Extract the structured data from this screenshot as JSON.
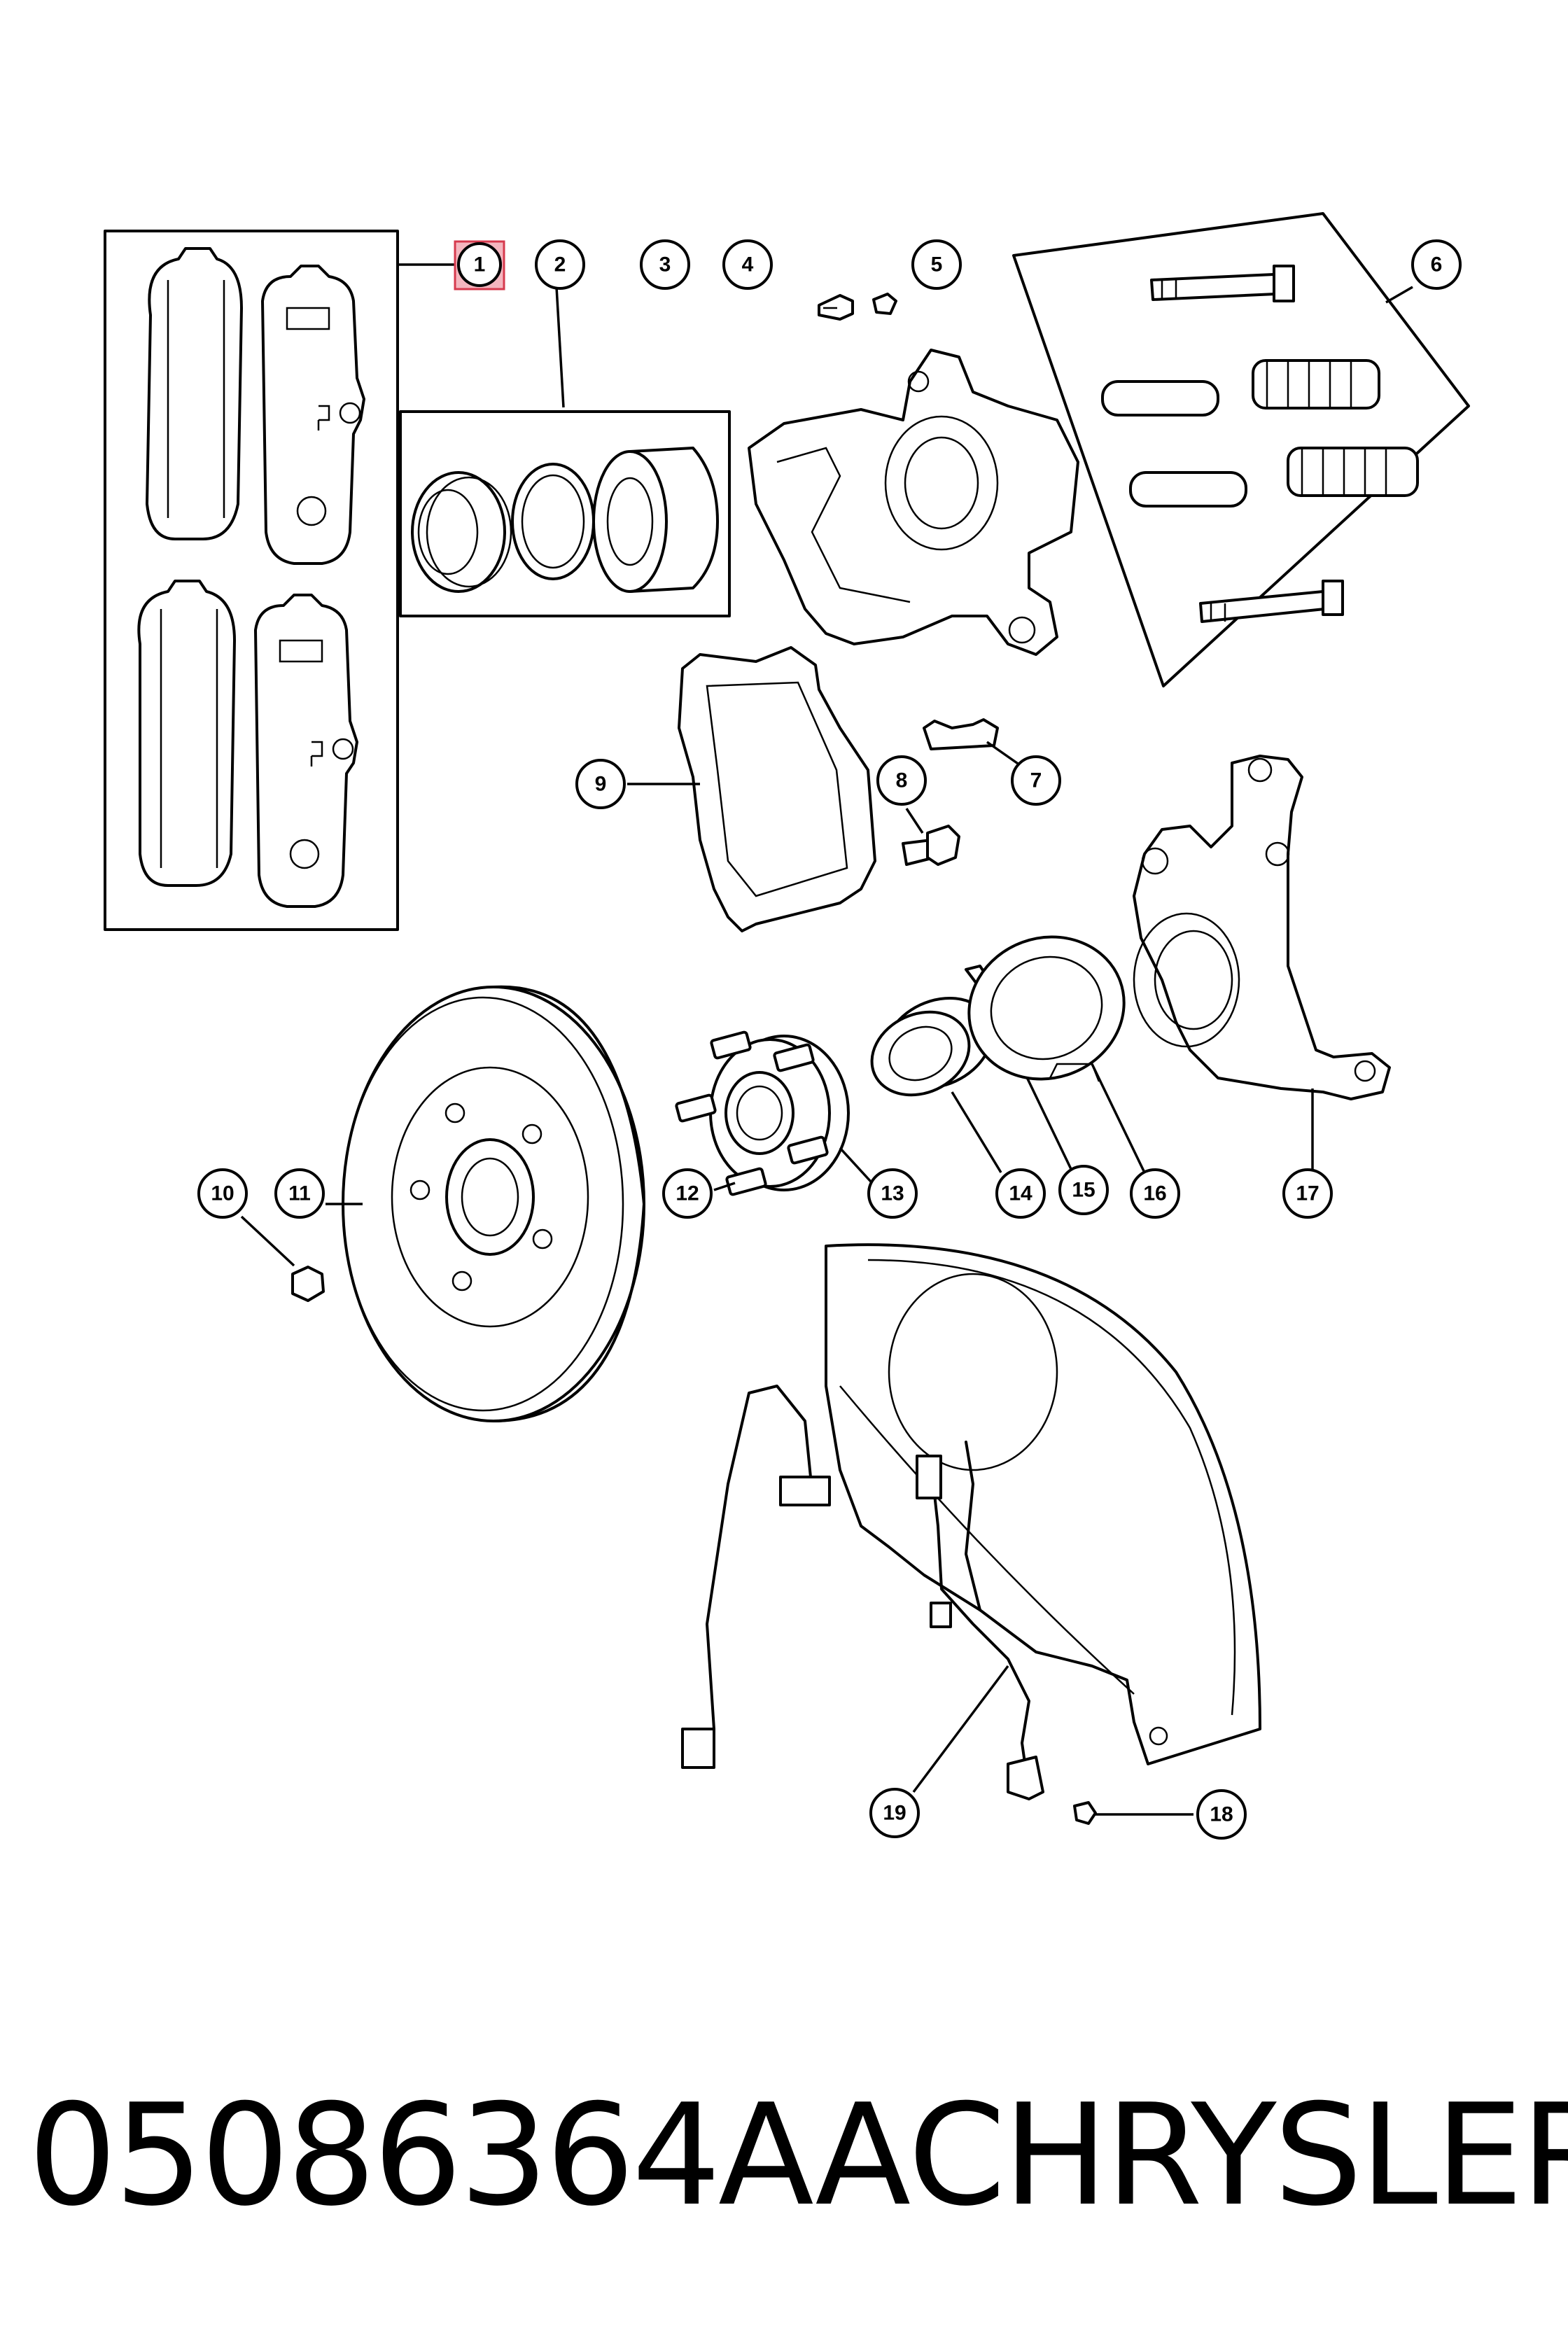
{
  "callouts": {
    "c1": "1",
    "c2": "2",
    "c3": "3",
    "c4": "4",
    "c5": "5",
    "c6": "6",
    "c7": "7",
    "c8": "8",
    "c9": "9",
    "c10": "10",
    "c11": "11",
    "c12": "12",
    "c13": "13",
    "c14": "14",
    "c15": "15",
    "c16": "16",
    "c17": "17",
    "c18": "18",
    "c19": "19"
  },
  "highlight": {
    "callout": "1",
    "color": "#f4b6bf"
  },
  "footer": {
    "part_number": "05086364AA",
    "brand": "CHRYSLER"
  }
}
